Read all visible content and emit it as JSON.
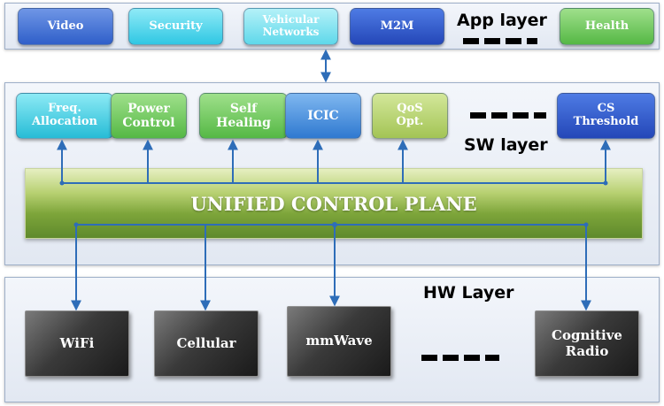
{
  "app_layer": {
    "title": "App layer",
    "apps": [
      "Video",
      "Security",
      "Vehicular\nNetworks",
      "M2M",
      "Health"
    ]
  },
  "sw_layer": {
    "title": "SW layer",
    "modules": [
      "Freq.\nAllocation",
      "Power\nControl",
      "Self\nHealing",
      "ICIC",
      "QoS\nOpt.",
      "CS\nThreshold"
    ]
  },
  "control_plane": {
    "label": "UNIFIED CONTROL PLANE"
  },
  "hw_layer": {
    "title": "HW Layer",
    "radios": [
      "WiFi",
      "Cellular",
      "mmWave",
      "Cognitive\nRadio"
    ]
  },
  "colors": {
    "arrow": "#2e6db8",
    "line": "#2e6db8"
  }
}
